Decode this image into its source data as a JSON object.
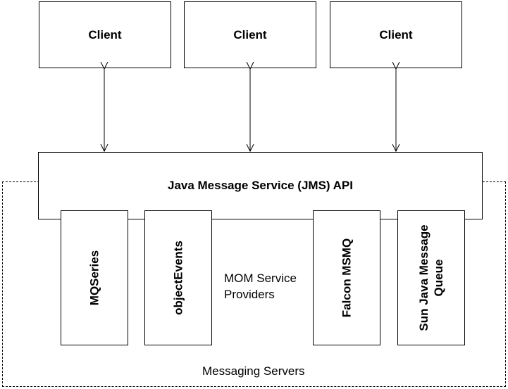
{
  "clients": [
    {
      "label": "Client"
    },
    {
      "label": "Client"
    },
    {
      "label": "Client"
    }
  ],
  "api": {
    "label": "Java Message Service (JMS) API"
  },
  "providers": [
    {
      "line1": "MQSeries",
      "line2": ""
    },
    {
      "line1": "objectEvents",
      "line2": ""
    },
    {
      "line1": "Falcon MSMQ",
      "line2": ""
    },
    {
      "line1": "Sun Java Message",
      "line2": "Queue"
    }
  ],
  "mom_label": {
    "line1": "MOM Service",
    "line2": "Providers"
  },
  "servers_label": "Messaging Servers"
}
